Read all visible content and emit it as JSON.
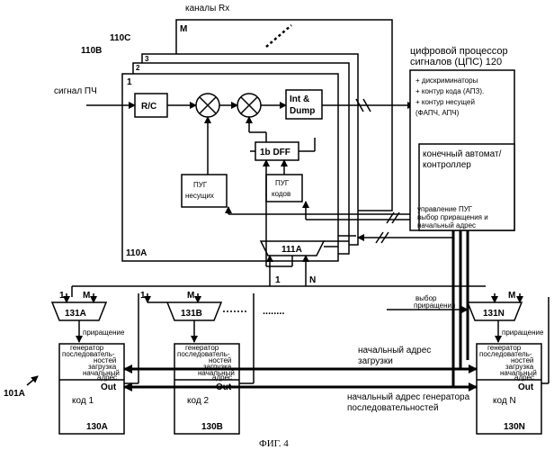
{
  "labels": {
    "rx_channels": "каналы Rx",
    "ch_m": "M",
    "label_110c": "110C",
    "label_110b": "110B",
    "ch_3": "3",
    "ch_2": "2",
    "ch_1": "1",
    "if_signal": "сигнал ПЧ",
    "rc_block": "R/C",
    "int_dump_1": "Int &",
    "int_dump_2": "Dump",
    "dff_block": "1b DFF",
    "carrier_gen_1": "ПУГ",
    "carrier_gen_2": "несущих",
    "code_gen_1": "ПУГ",
    "code_gen_2": "кодов",
    "label_110a": "110A",
    "mux_111a": "111A",
    "dsp_title_1": "цифровой процессор",
    "dsp_title_2": "сигналов (ЦПС) 120",
    "dsp_items": [
      "+ дискриминаторы",
      "+ контур кода (АПЗ).",
      "+ контур несущей",
      "(ФАПЧ, АПЧ)"
    ],
    "fsm_title_1": "конечный автомат/",
    "fsm_title_2": "контроллер",
    "pug_control": "управление ПУГ",
    "increment_select_1": "выбор приращения и",
    "increment_select_2": "начальный адрес",
    "bus_1": "1",
    "bus_n": "N",
    "increment_select_b_1": "выбор",
    "increment_select_b_2": "приращения",
    "dots": "........",
    "increment": "приращение",
    "mux_131a": "131A",
    "mux_131b": "131B",
    "mux_131n": "131N",
    "mux_in_1": "1",
    "mux_in_m": "M",
    "gen_lines": [
      "генератор",
      "последователь-",
      "ностей",
      "загрузка",
      "начальный",
      "адрес"
    ],
    "out": "Out",
    "code_1": "код 1",
    "code_2": "код 2",
    "code_n": "код N",
    "label_130a": "130A",
    "label_130b": "130B",
    "label_130n": "130N",
    "load_address_1": "начальный адрес",
    "load_address_2": "загрузки",
    "gen_start_address_1": "начальный адрес генератора",
    "gen_start_address_2": "последовательностей",
    "label_101a": "101A",
    "figure_caption": "ФИГ. 4"
  }
}
